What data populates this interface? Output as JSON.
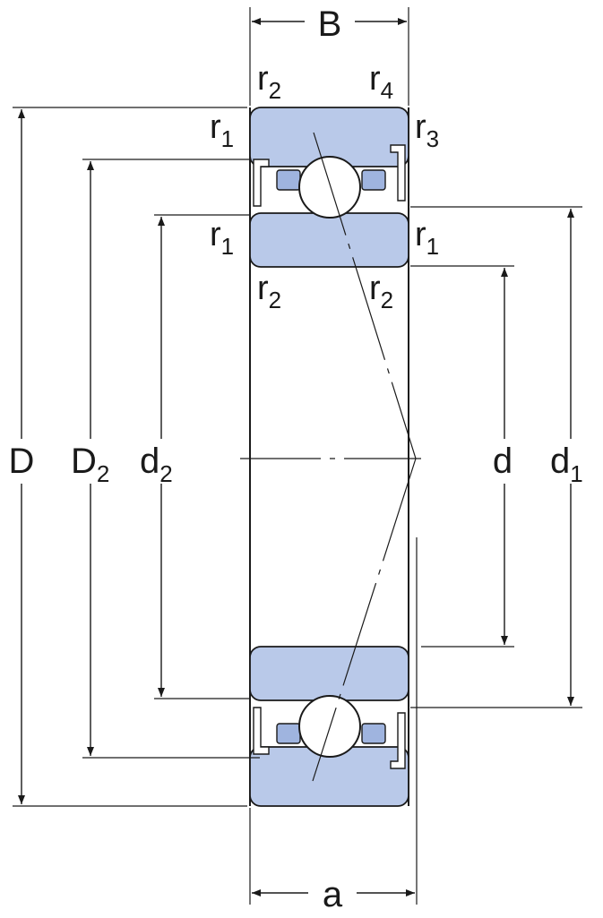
{
  "labels": {
    "B": "B",
    "a": "a",
    "D": "D",
    "D2": {
      "main": "D",
      "sub": "2"
    },
    "d2": {
      "main": "d",
      "sub": "2"
    },
    "d": "d",
    "d1": {
      "main": "d",
      "sub": "1"
    },
    "r_top_left": {
      "main": "r",
      "sub": "2"
    },
    "r_top_right": {
      "main": "r",
      "sub": "4"
    },
    "r_outer_left": {
      "main": "r",
      "sub": "1"
    },
    "r_outer_right": {
      "main": "r",
      "sub": "3"
    },
    "r_inner_left": {
      "main": "r",
      "sub": "1"
    },
    "r_inner_right": {
      "main": "r",
      "sub": "1"
    },
    "r_bottom_left": {
      "main": "r",
      "sub": "2"
    },
    "r_bottom_right": {
      "main": "r",
      "sub": "2"
    }
  },
  "colors": {
    "ring_fill": "#b9c9e9",
    "cage_fill": "#9fb4df",
    "line": "#1a1a1a"
  }
}
